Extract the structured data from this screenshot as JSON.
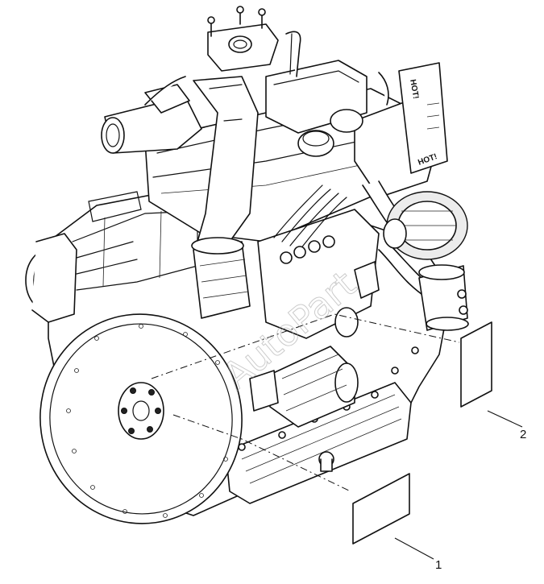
{
  "diagram": {
    "callouts": [
      {
        "number": "1"
      },
      {
        "number": "2"
      }
    ],
    "warning_decal_text": "HOT!",
    "watermark_text": "AutoPart"
  }
}
